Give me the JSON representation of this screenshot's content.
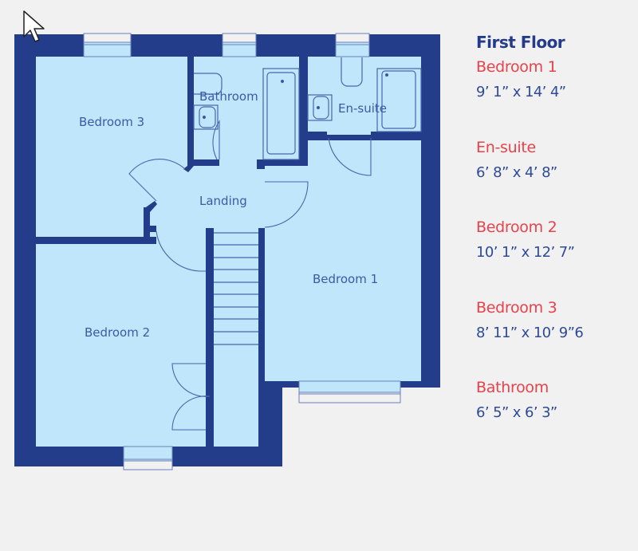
{
  "floor_title": "First Floor",
  "colors": {
    "wall": "#233d8a",
    "room_fill": "#bfe6fb",
    "fixture_line": "#4a66ad",
    "label_text": "#3b5aa8",
    "legend_name": "#e8424a",
    "legend_dim": "#2e4a98",
    "background": "#f1f1f2"
  },
  "plan_labels": {
    "bedroom3": "Bedroom 3",
    "bathroom": "Bathroom",
    "ensuite": "En-suite",
    "landing": "Landing",
    "bedroom1": "Bedroom 1",
    "bedroom2": "Bedroom 2"
  },
  "rooms": [
    {
      "name": "Bedroom 1",
      "dimensions": "9’ 1” x 14’ 4”"
    },
    {
      "name": "En-suite",
      "dimensions": "6’ 8” x 4’ 8”"
    },
    {
      "name": "Bedroom 2",
      "dimensions": "10’ 1” x 12’ 7”"
    },
    {
      "name": "Bedroom 3",
      "dimensions": "8’ 11” x 10’ 9”6"
    },
    {
      "name": "Bathroom",
      "dimensions": "6’ 5” x 6’ 3”"
    }
  ]
}
